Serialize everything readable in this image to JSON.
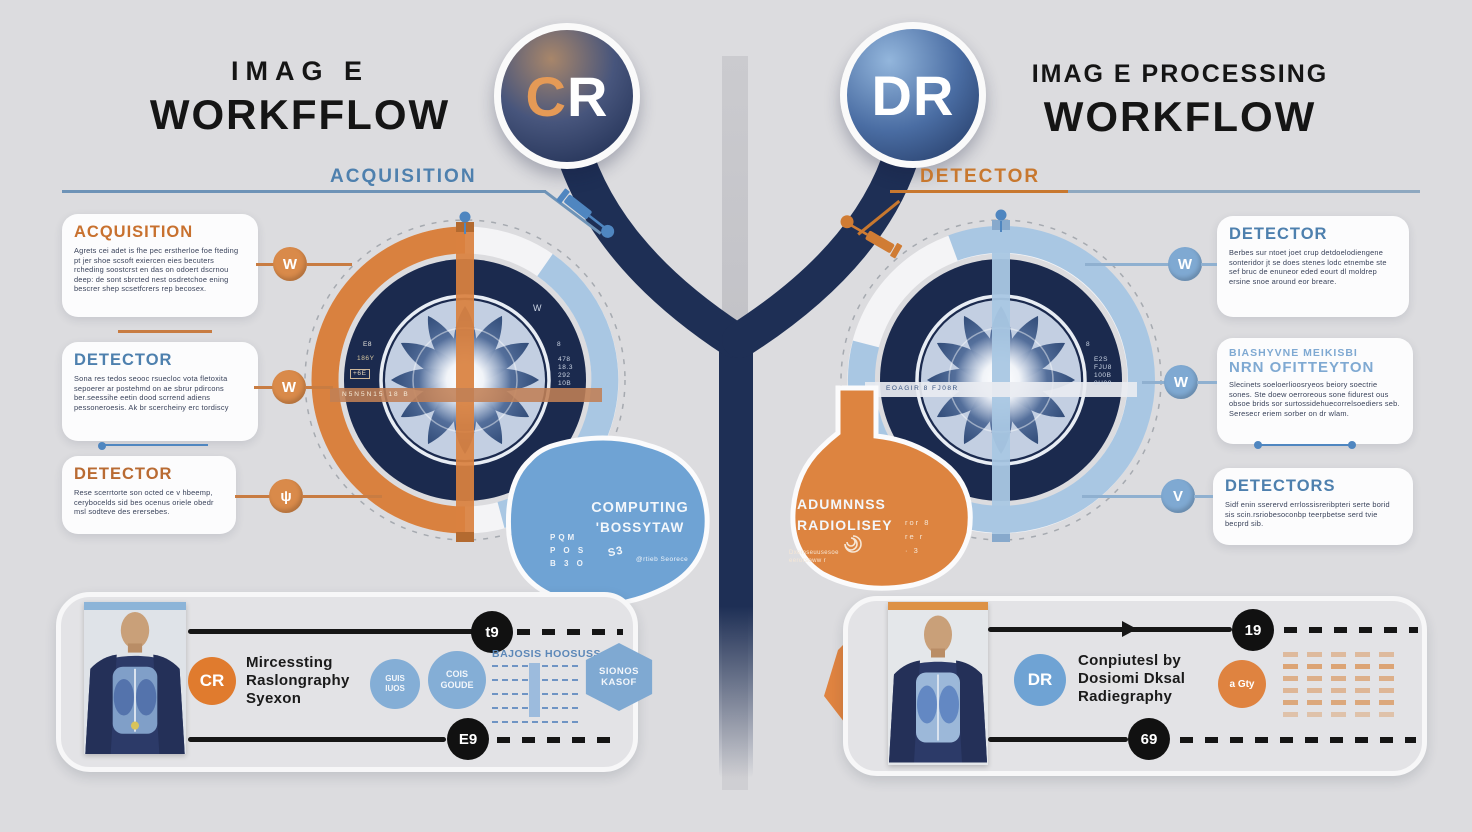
{
  "left": {
    "title_line1": "IMAG E",
    "title_line2": "WORKFFLOW",
    "badge_c": "C",
    "badge_r": "R",
    "header": "ACQUISITION",
    "boxes": [
      {
        "title": "ACQUISITION",
        "node": "W",
        "body": "Agrets cei adet is fhe pec erstherloe foe fteding pt jer shoe scsoft exiercen eies becuters rcheding soostcrst en das on odoert dscrnou deep: de sont sbrcted nest osdretchoe ening bescrer shep scsetfcrers rep becosex."
      },
      {
        "title": "DETECTOR",
        "node": "W",
        "body": "Sona res tedos seooc rsuecloc vota fletoxita sepoerer ar postehmd on ae sbrur pdircons ber.seessihe eetin dood scrrend adiens pessoneroesis. Ak br scercheiny erc tordiscy"
      },
      {
        "title": "DETECTOR",
        "node": "ψ",
        "body": "Rese scerrtorte son octed ce v hbeemp, cerybocelds sid bes ocenus oriele obedr msl sodteve des erersebes."
      }
    ],
    "blob": {
      "line1": "COMPUTING",
      "line2": "'BOSSYTAW",
      "glyph": "S3",
      "small": "@rtieb Seorece",
      "dots": "PQM\nP O S\nB 3 O"
    },
    "wheel": {
      "lbl1": "E8",
      "lbl2": "186Y",
      "lbl3": "+6E",
      "strip": "N5N5N15  18  B",
      "col": "478\n18.3\n292\n10B",
      "mark1": "W",
      "mark2": "8"
    }
  },
  "right": {
    "title_line1": "IMAG E  PROCESSING",
    "title_line2": "WORKFLOW",
    "badge": "DR",
    "header": "DETECTOR",
    "boxes": [
      {
        "title": "DETECTOR",
        "title2": "",
        "node": "W",
        "body": "Berbes sur ntoet joet crup detdoelodiengene sonteridor jt se does stenes lodc etnembe ste sef bruc de enuneor eded eourt dl moldrep ersine snoe around eor breare."
      },
      {
        "title": "BIASHYVNE MEIKISBI",
        "title2": "NRN OFITTEYTON",
        "node": "W",
        "body": "Slecinets soeloerlioosryeos beiory soectrie sones. Ste doew oerroreous sone fidurest ous obsoe brids sor surtossidehuecorrelsoediers seb. Seresecr eriem sorber on dr wlam."
      },
      {
        "title": "DETECTORS",
        "title2": "",
        "node": "V",
        "body": "Sidf enin sserervd errlossisreribpteri serte borid sis scin.rsriobesoconbp teerpbetse serd tvie becprd sib."
      }
    ],
    "blob": {
      "line1": "ADUMNNSS",
      "line2": "RADIOLISEY",
      "small": "Dxemseuusesoe\neerorsoww r",
      "dots": "ror 8\nre r\n· 3"
    },
    "wheel": {
      "strip": "EOAGIR  8  FJ08R",
      "col": "E2S\nFJU8\n100B\n8H08",
      "mark1": "8"
    }
  },
  "bottom_left": {
    "badge": "CR",
    "text": "Mircessting\nRaslongraphy\nSyexon",
    "bubble1": "GUIS\nIUOS",
    "bubble2": "COIS\nGOUDE",
    "list_title": "BAJOSIS HOOSUSS",
    "hex": "SIONOS\nKASOF",
    "t_top": "t9",
    "t_bottom": "E9"
  },
  "bottom_right": {
    "badge": "DR",
    "text": "Conpiutesl by\nDosiomi Dksal\nRadiegraphy",
    "orange_badge": "a Gty",
    "t_top": "19",
    "t_bottom": "69"
  }
}
